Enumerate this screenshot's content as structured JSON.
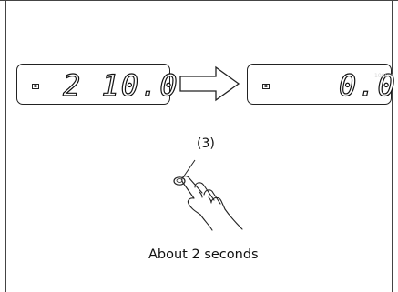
{
  "left_display": {
    "mode_icon_label": "B",
    "digits": "2 10.0"
  },
  "right_display": {
    "mode_icon_label": "B",
    "digits": "0.0",
    "unit_faint": "100km"
  },
  "callout": {
    "label": "(3)"
  },
  "caption": {
    "text": "About 2 seconds"
  },
  "icons": {
    "arrow": "right-arrow-icon",
    "hand": "hand-press-button-icon"
  }
}
